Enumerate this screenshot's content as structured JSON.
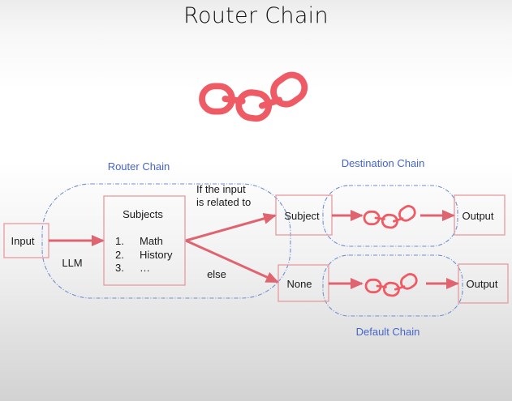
{
  "title": "Router Chain",
  "colors": {
    "accent_red": "#ef5b65",
    "arrow_red": "#e06470",
    "box_border": "#e8a0a4",
    "group_blue": "#4466cc"
  },
  "groups": {
    "router": "Router Chain",
    "destination": "Destination Chain",
    "default": "Default Chain"
  },
  "nodes": {
    "input": "Input",
    "subjects": {
      "heading": "Subjects",
      "items": [
        {
          "num": "1.",
          "label": "Math"
        },
        {
          "num": "2.",
          "label": "History"
        },
        {
          "num": "3.",
          "label": "…"
        }
      ]
    },
    "subject": "Subject",
    "none": "None",
    "output_dest": "Output",
    "output_default": "Output"
  },
  "edge_labels": {
    "llm": "LLM",
    "if_line1": "If the input",
    "if_line2": "is related to",
    "else": "else"
  },
  "icons": {
    "hero": "chain-link-icon",
    "dest_chain": "chain-link-icon",
    "default_chain": "chain-link-icon"
  }
}
